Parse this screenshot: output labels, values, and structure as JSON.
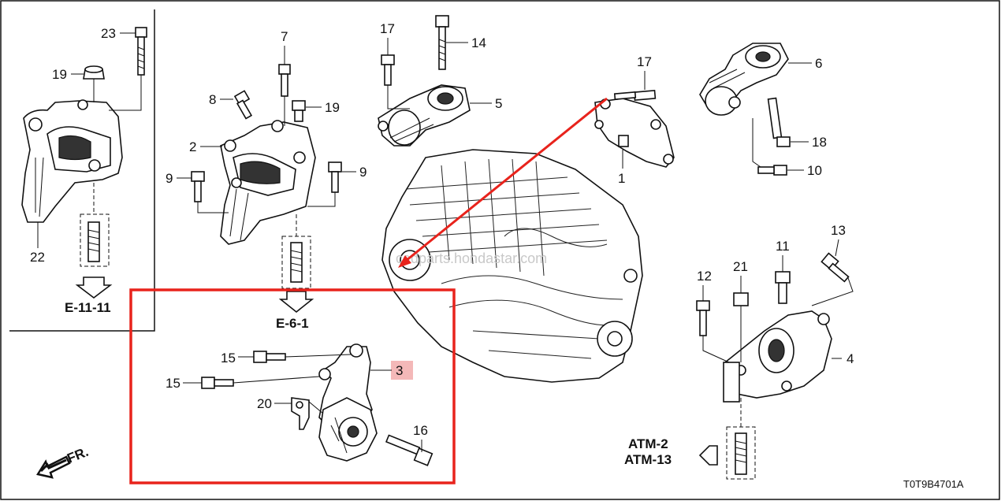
{
  "labels": {
    "p1": "1",
    "p2": "2",
    "p3": "3",
    "p4": "4",
    "p5": "5",
    "p6": "6",
    "p7": "7",
    "p8": "8",
    "p9a": "9",
    "p9b": "9",
    "p10": "10",
    "p11": "11",
    "p12": "12",
    "p13": "13",
    "p14": "14",
    "p15a": "15",
    "p15b": "15",
    "p16": "16",
    "p17a": "17",
    "p17b": "17",
    "p18": "18",
    "p19a": "19",
    "p19b": "19",
    "p20": "20",
    "p21": "21",
    "p22": "22",
    "p23": "23"
  },
  "references": {
    "e11": "E-11-11",
    "e6": "E-6-1",
    "atm2": "ATM-2",
    "atm13": "ATM-13"
  },
  "direction_label": "FR.",
  "diagram_code": "T0T9B4701A",
  "watermark": "cedparts.hondastar.com",
  "colors": {
    "highlight": "#e8231c",
    "highlight_fill": "#f4b8b8",
    "ink": "#111111"
  }
}
